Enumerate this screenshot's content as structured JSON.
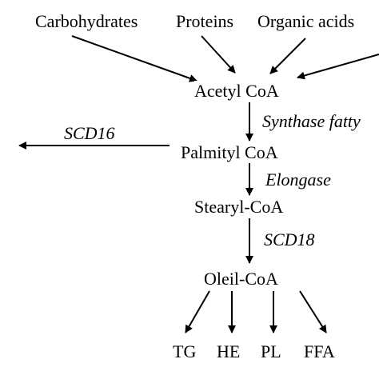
{
  "sources": {
    "carbohydrates": "Carbohydrates",
    "proteins": "Proteins",
    "organic_acids": "Organic acids"
  },
  "metabolites": {
    "acetyl": "Acetyl CoA",
    "palmityl": "Palmityl CoA",
    "stearyl": "Stearyl-CoA",
    "oleil": "Oleil-CoA"
  },
  "enzymes": {
    "synthase": "Synthase fatty",
    "elongase": "Elongase",
    "scd18": "SCD18",
    "scd16": "SCD16"
  },
  "products": {
    "tg": "TG",
    "he": "HE",
    "pl": "PL",
    "ffa": "FFA"
  },
  "colors": {
    "ink": "#000000",
    "background": "#ffffff"
  }
}
